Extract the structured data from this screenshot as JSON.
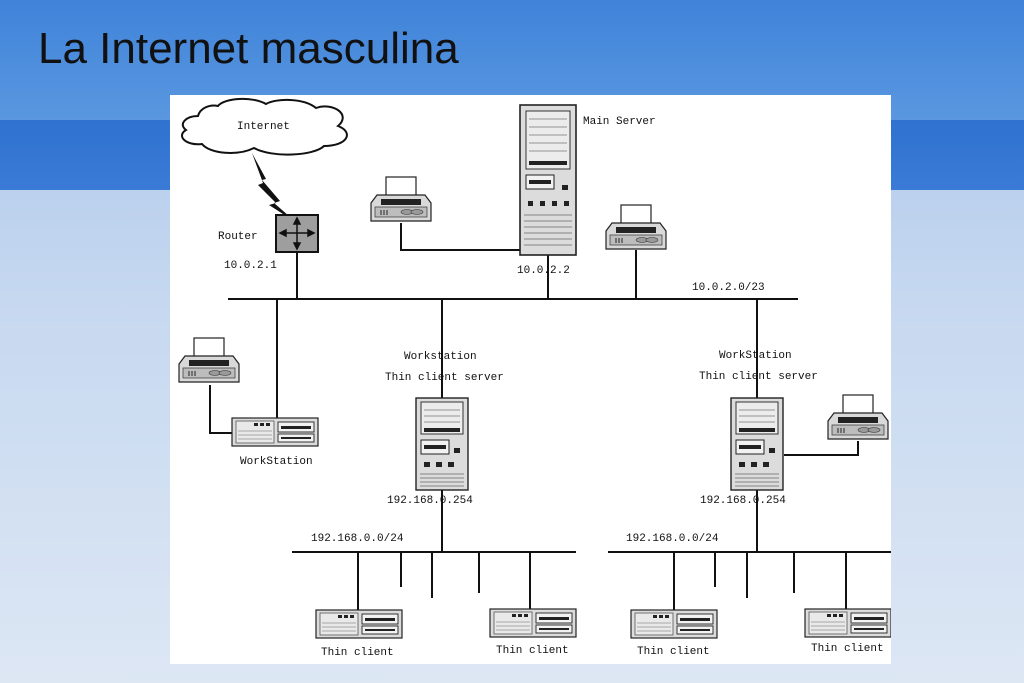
{
  "slide": {
    "title": "La Internet masculina"
  },
  "diagram": {
    "nodes": {
      "internet": "Internet",
      "main_server": "Main Server",
      "router": "Router",
      "router_ip": "10.0.2.1",
      "main_server_ip": "10.0.2.2",
      "backbone_net": "10.0.2.0/23",
      "workstation_left": "WorkStation",
      "ws1_title": "Workstation",
      "ws1_subtitle": "Thin client server",
      "ws1_ip": "192.168.0.254",
      "ws2_title": "WorkStation",
      "ws2_subtitle": "Thin client server",
      "ws2_ip": "192.168.0.254",
      "subnet1": "192.168.0.0/24",
      "subnet2": "192.168.0.0/24",
      "thin_client_1": "Thin client",
      "thin_client_2": "Thin client",
      "thin_client_3": "Thin client",
      "thin_client_4": "Thin client"
    }
  }
}
